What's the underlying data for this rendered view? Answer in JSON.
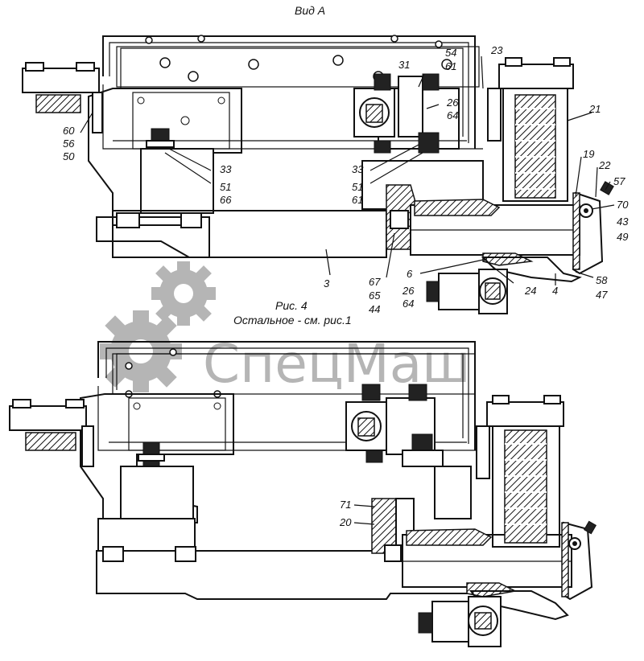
{
  "caption_top": "Вид А",
  "figure_caption": "Рис. 4",
  "figure_note": "Остальное - см. рис.1",
  "watermark": {
    "text": "СпецМаш",
    "color": "#b5b5b5"
  },
  "callouts_top": {
    "l54": "54",
    "l61a": "61",
    "l23": "23",
    "l31": "31",
    "l26a": "26",
    "l64a": "64",
    "l21": "21",
    "l60": "60",
    "l56": "56",
    "l50": "50",
    "l33a": "33",
    "l51a": "51",
    "l66": "66",
    "l33b": "33",
    "l51b": "51",
    "l61b": "61",
    "l19": "19",
    "l22": "22",
    "l57": "57",
    "l70": "70",
    "l43": "43",
    "l49": "49",
    "l3": "3",
    "l67": "67",
    "l65": "65",
    "l44": "44",
    "l6": "6",
    "l26b": "26",
    "l64b": "64",
    "l24": "24",
    "l4": "4",
    "l58": "58",
    "l47": "47"
  },
  "callouts_bottom": {
    "l71": "71",
    "l20": "20"
  }
}
